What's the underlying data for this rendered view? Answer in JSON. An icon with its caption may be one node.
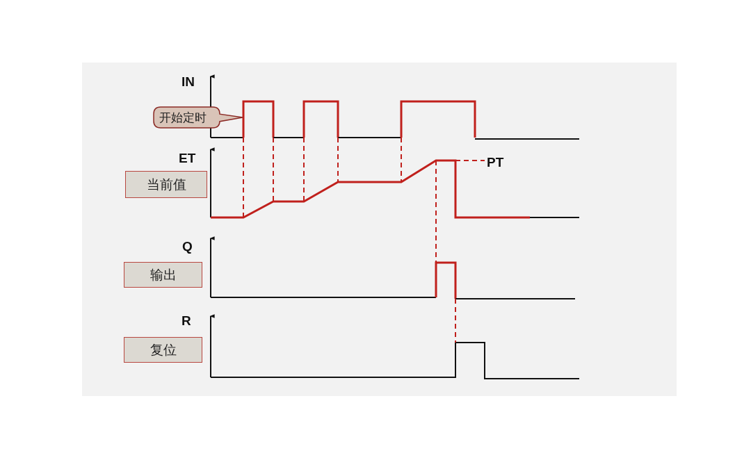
{
  "diagram": {
    "nodes": [
      {
        "text": [
          "开始定时"
        ]
      },
      {
        "text": [
          "当前值"
        ]
      },
      {
        "text": [
          "输出"
        ]
      },
      {
        "text": [
          "复位"
        ]
      }
    ],
    "labels": [
      "IN",
      "ET",
      "PT",
      "Q",
      "R"
    ]
  }
}
